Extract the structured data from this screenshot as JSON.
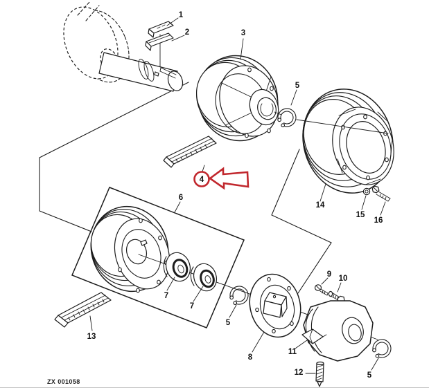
{
  "drawing": {
    "stamp_code": "ZX 001058",
    "highlighted_part": "4",
    "colors": {
      "ink": "#1c1c1c",
      "paper": "#ffffff",
      "highlight": "#c1272d"
    }
  },
  "callouts": [
    {
      "name": "key-upper",
      "label": "1"
    },
    {
      "name": "key-lower",
      "label": "2"
    },
    {
      "name": "front-pulley",
      "label": "3"
    },
    {
      "name": "snap-ring-top",
      "label": "5"
    },
    {
      "name": "drum-pulley",
      "label": "14"
    },
    {
      "name": "washer",
      "label": "15"
    },
    {
      "name": "cap-screw",
      "label": "16"
    },
    {
      "name": "highlighted-key",
      "label": "4"
    },
    {
      "name": "boxed-pulley",
      "label": "6"
    },
    {
      "name": "bearing-left",
      "label": "7"
    },
    {
      "name": "bearing-right",
      "label": "7"
    },
    {
      "name": "snap-ring-middle",
      "label": "5"
    },
    {
      "name": "long-key",
      "label": "13"
    },
    {
      "name": "flange-hub",
      "label": "8"
    },
    {
      "name": "small-screw",
      "label": "9"
    },
    {
      "name": "hex-bolt",
      "label": "10"
    },
    {
      "name": "support-housing",
      "label": "11"
    },
    {
      "name": "spring-pin",
      "label": "12"
    },
    {
      "name": "snap-ring-bottom",
      "label": "5"
    }
  ]
}
